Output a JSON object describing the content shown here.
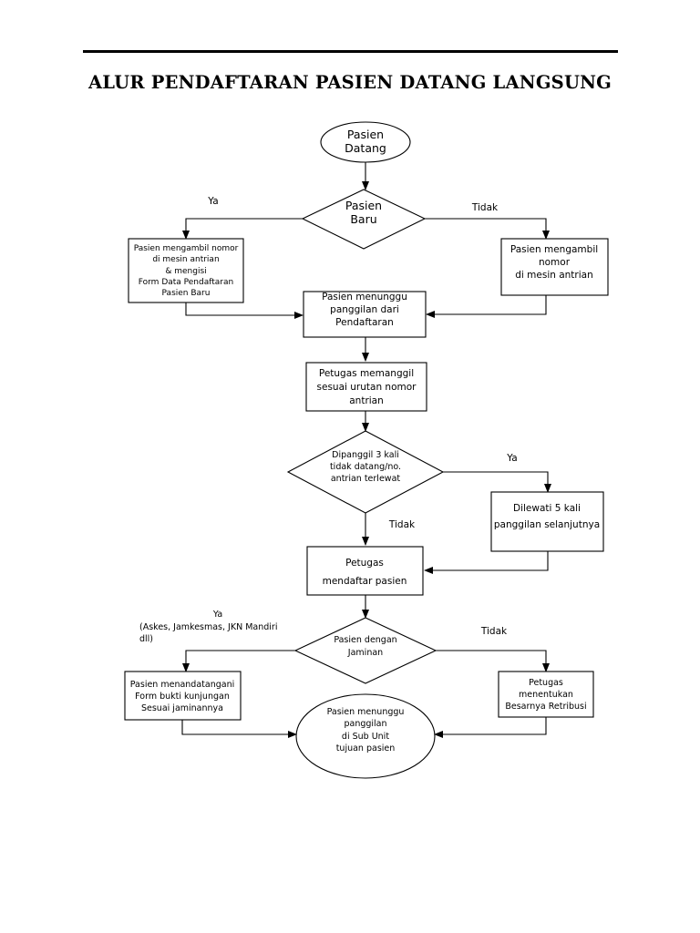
{
  "title": "ALUR PENDAFTARAN PASIEN DATANG LANGSUNG",
  "nodes": {
    "start": [
      "Pasien",
      "Datang"
    ],
    "d_new": [
      "Pasien",
      "Baru"
    ],
    "new_patient": [
      "Pasien mengambil nomor",
      "di mesin antrian",
      "& mengisi",
      "Form Data Pendaftaran",
      "Pasien Baru"
    ],
    "old_patient": [
      "Pasien mengambil",
      "nomor",
      "di mesin antrian"
    ],
    "wait_reg": [
      "Pasien menunggu",
      "panggilan dari",
      "Pendaftaran"
    ],
    "officer_call": [
      "Petugas memanggil",
      "sesuai urutan nomor",
      "antrian"
    ],
    "d_missed": [
      "Dipanggil 3 kali",
      "tidak datang/no.",
      "antrian terlewat"
    ],
    "skip5": [
      "Dilewati 5 kali",
      "panggilan selanjutnya"
    ],
    "register": [
      "Petugas",
      "mendaftar pasien"
    ],
    "d_insurance": [
      "Pasien dengan",
      "Jaminan"
    ],
    "sign": [
      "Pasien menandatangani",
      "Form bukti kunjungan",
      "Sesuai jaminannya"
    ],
    "retribution": [
      "Petugas",
      "menentukan",
      "Besarnya Retribusi"
    ],
    "end": [
      "Pasien menunggu",
      "panggilan",
      "di Sub Unit",
      "tujuan pasien"
    ]
  },
  "labels": {
    "new_yes": "Ya",
    "new_no": "Tidak",
    "missed_yes": "Ya",
    "missed_no": "Tidak",
    "ins_yes": [
      "Ya",
      "(Askes, Jamkesmas, JKN Mandiri",
      "dll)"
    ],
    "ins_no": "Tidak"
  }
}
